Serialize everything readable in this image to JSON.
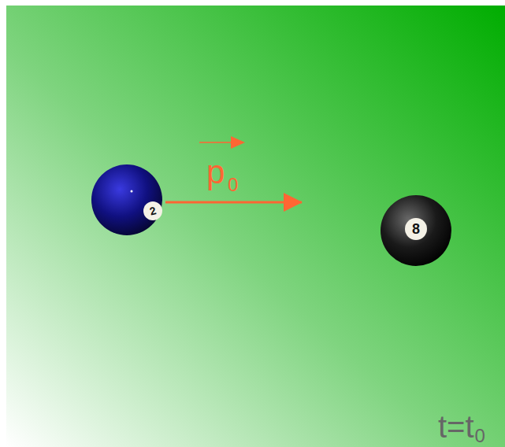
{
  "diagram": {
    "nodes": [
      {
        "text": [
          "2"
        ]
      },
      {
        "text": [
          "8"
        ]
      }
    ],
    "labels": [
      "p",
      "0",
      "t=t",
      "0"
    ]
  }
}
